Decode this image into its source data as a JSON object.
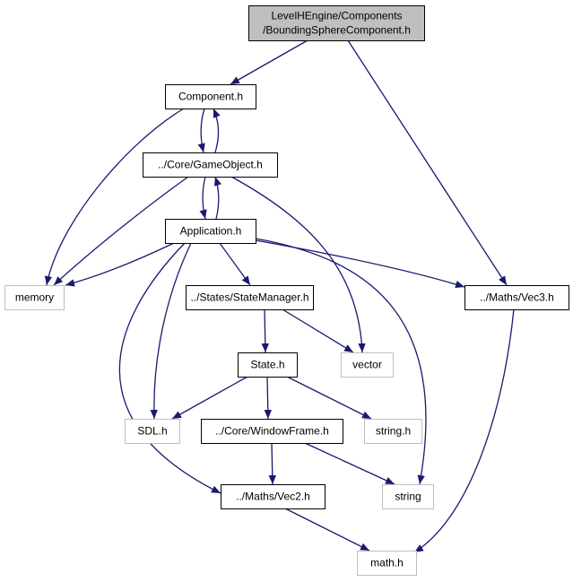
{
  "diagram": {
    "colors": {
      "edge": "#191970",
      "node_border_local": "#000000",
      "node_border_system": "#bfbfbf",
      "node_fill_root": "#bfbfbf",
      "node_fill": "#ffffff"
    },
    "nodes": [
      {
        "id": "root",
        "lines": [
          "LevelHEngine/Components",
          "/BoundingSphereComponent.h"
        ],
        "kind": "root"
      },
      {
        "id": "component",
        "lines": [
          "Component.h"
        ],
        "kind": "local"
      },
      {
        "id": "gameobject",
        "lines": [
          "../Core/GameObject.h"
        ],
        "kind": "local"
      },
      {
        "id": "application",
        "lines": [
          "Application.h"
        ],
        "kind": "local"
      },
      {
        "id": "memory",
        "lines": [
          "memory"
        ],
        "kind": "system"
      },
      {
        "id": "statemanager",
        "lines": [
          "../States/StateManager.h"
        ],
        "kind": "local"
      },
      {
        "id": "vec3",
        "lines": [
          "../Maths/Vec3.h"
        ],
        "kind": "local"
      },
      {
        "id": "vector",
        "lines": [
          "vector"
        ],
        "kind": "system"
      },
      {
        "id": "state",
        "lines": [
          "State.h"
        ],
        "kind": "local"
      },
      {
        "id": "sdl",
        "lines": [
          "SDL.h"
        ],
        "kind": "system"
      },
      {
        "id": "windowframe",
        "lines": [
          "../Core/WindowFrame.h"
        ],
        "kind": "local"
      },
      {
        "id": "stringh",
        "lines": [
          "string.h"
        ],
        "kind": "system"
      },
      {
        "id": "string",
        "lines": [
          "string"
        ],
        "kind": "system"
      },
      {
        "id": "vec2",
        "lines": [
          "../Maths/Vec2.h"
        ],
        "kind": "local"
      },
      {
        "id": "math",
        "lines": [
          "math.h"
        ],
        "kind": "system"
      }
    ],
    "edges": [
      {
        "from": "root",
        "to": "component"
      },
      {
        "from": "root",
        "to": "vec3"
      },
      {
        "from": "component",
        "to": "gameobject"
      },
      {
        "from": "component",
        "to": "memory"
      },
      {
        "from": "gameobject",
        "to": "component"
      },
      {
        "from": "gameobject",
        "to": "application"
      },
      {
        "from": "gameobject",
        "to": "memory"
      },
      {
        "from": "gameobject",
        "to": "vector"
      },
      {
        "from": "application",
        "to": "gameobject"
      },
      {
        "from": "application",
        "to": "memory"
      },
      {
        "from": "application",
        "to": "statemanager"
      },
      {
        "from": "application",
        "to": "vec3"
      },
      {
        "from": "application",
        "to": "sdl"
      },
      {
        "from": "application",
        "to": "string"
      },
      {
        "from": "application",
        "to": "vec2"
      },
      {
        "from": "statemanager",
        "to": "state"
      },
      {
        "from": "statemanager",
        "to": "vector"
      },
      {
        "from": "state",
        "to": "sdl"
      },
      {
        "from": "state",
        "to": "windowframe"
      },
      {
        "from": "state",
        "to": "stringh"
      },
      {
        "from": "windowframe",
        "to": "string"
      },
      {
        "from": "windowframe",
        "to": "vec2"
      },
      {
        "from": "vec2",
        "to": "math"
      },
      {
        "from": "vec3",
        "to": "math"
      }
    ]
  }
}
